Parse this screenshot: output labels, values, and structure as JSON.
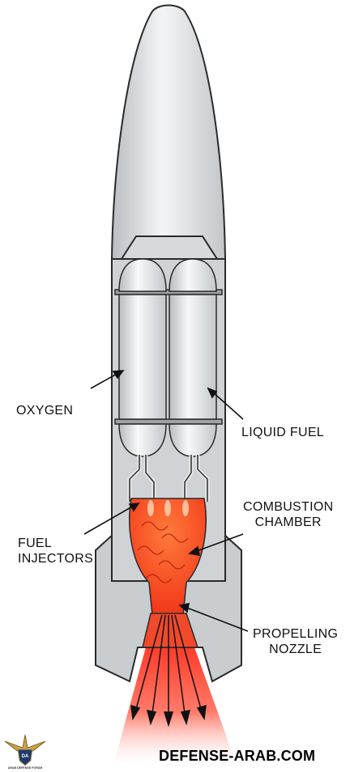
{
  "labels": {
    "oxygen": "OXYGEN",
    "liquid_fuel": "LIQUID FUEL",
    "combustion_line1": "COMBUSTION",
    "combustion_line2": "CHAMBER",
    "injectors_line1": "FUEL",
    "injectors_line2": "INJECTORS",
    "nozzle_line1": "PROPELLING",
    "nozzle_line2": "NOZZLE"
  },
  "watermark": {
    "site": "DEFENSE-ARAB.COM",
    "logo_text": "ARAB DEFENSE FORUM"
  },
  "colors": {
    "body_gray": "#cfd3d6",
    "tank_light": "#eef0f1",
    "outline": "#2a2a2a",
    "flame_core": "#ff3b1a",
    "flame_glow": "#ffb0a0"
  }
}
